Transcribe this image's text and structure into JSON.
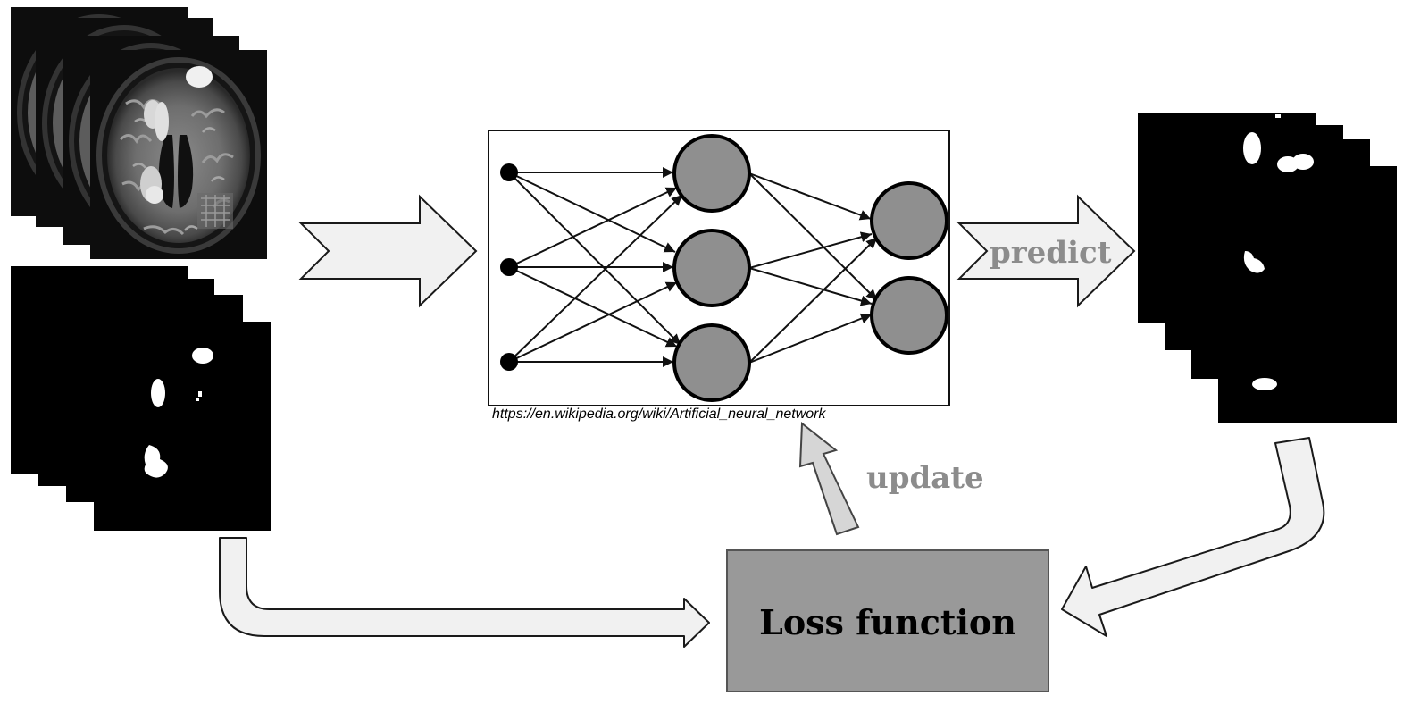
{
  "labels": {
    "predict": "predict",
    "update": "update",
    "loss_function": "Loss function",
    "source_url": "https://en.wikipedia.org/wiki/Artificial_neural_network"
  },
  "colors": {
    "arrow_fill": "#f1f1f1",
    "arrow_stroke": "#1a1a1a",
    "update_arrow_fill": "#d6d6d6",
    "update_arrow_stroke": "#444444",
    "label_gray": "#8c8c8c",
    "neuron_fill": "#8f8f8f",
    "loss_box_fill": "#999999",
    "mask_background": "#000000",
    "lesion_white": "#ffffff"
  },
  "network": {
    "layers": [
      3,
      3,
      2
    ],
    "input_node_style": "small-black-dot"
  },
  "icons": {
    "mri_stack": "brain-mri-scan-stack",
    "mask_stack": "ground-truth-mask-stack",
    "prediction_stack": "predicted-mask-stack"
  }
}
